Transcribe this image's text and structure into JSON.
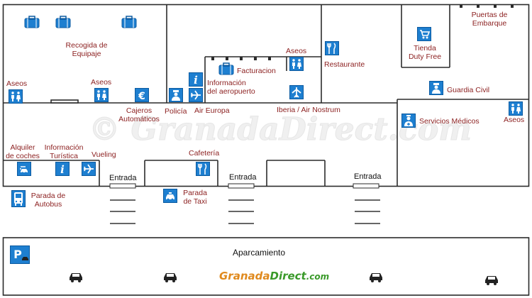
{
  "labels": {
    "recogida": [
      "Recogida de",
      "Equipaje"
    ],
    "puertas": [
      "Puertas de",
      "Embarque"
    ],
    "tienda": [
      "Tienda",
      "Duty Free"
    ],
    "aseos": "Aseos",
    "facturacion": "Facturacion",
    "restaurante": "Restaurante",
    "info_aeropuerto": [
      "Información",
      "del aeropuerto"
    ],
    "guardia": "Guardia Civil",
    "cajeros": [
      "Cajeros",
      "Automáticos"
    ],
    "policia": "Policía",
    "air_europa": "Air Europa",
    "iberia": "Iberia / Air Nostrum",
    "servicios": "Servicios Médicos",
    "alquiler": [
      "Alquiler",
      "de coches"
    ],
    "info_turistica": [
      "Información",
      "Turística"
    ],
    "vueling": "Vueling",
    "cafeteria": "Cafetería",
    "entrada": "Entrada",
    "parada_autobus": [
      "Parada de",
      "Autobus"
    ],
    "parada_taxi": [
      "Parada",
      "de Taxi"
    ],
    "aparcamiento": "Aparcamiento"
  },
  "watermark": "© GranadaDirect.com",
  "brand": {
    "name_a": "Granada",
    "name_b": "Direct",
    "name_c": ".com"
  },
  "colors": {
    "wall": "#2b2b2b",
    "label": "#8b1f1f",
    "icon_blue": "#1e7fd0",
    "brand_orange": "#e08a1e",
    "brand_green": "#3a9a2a",
    "watermark": "#eeeeee"
  },
  "icons": [
    "luggage-icon",
    "shopping-cart-icon",
    "toilets-icon",
    "restaurant-icon",
    "information-icon",
    "police-officer-icon",
    "euro-icon",
    "airplane-icon",
    "doctor-icon",
    "car-rental-icon",
    "bus-icon",
    "taxi-icon",
    "parking-icon",
    "car-icon"
  ]
}
